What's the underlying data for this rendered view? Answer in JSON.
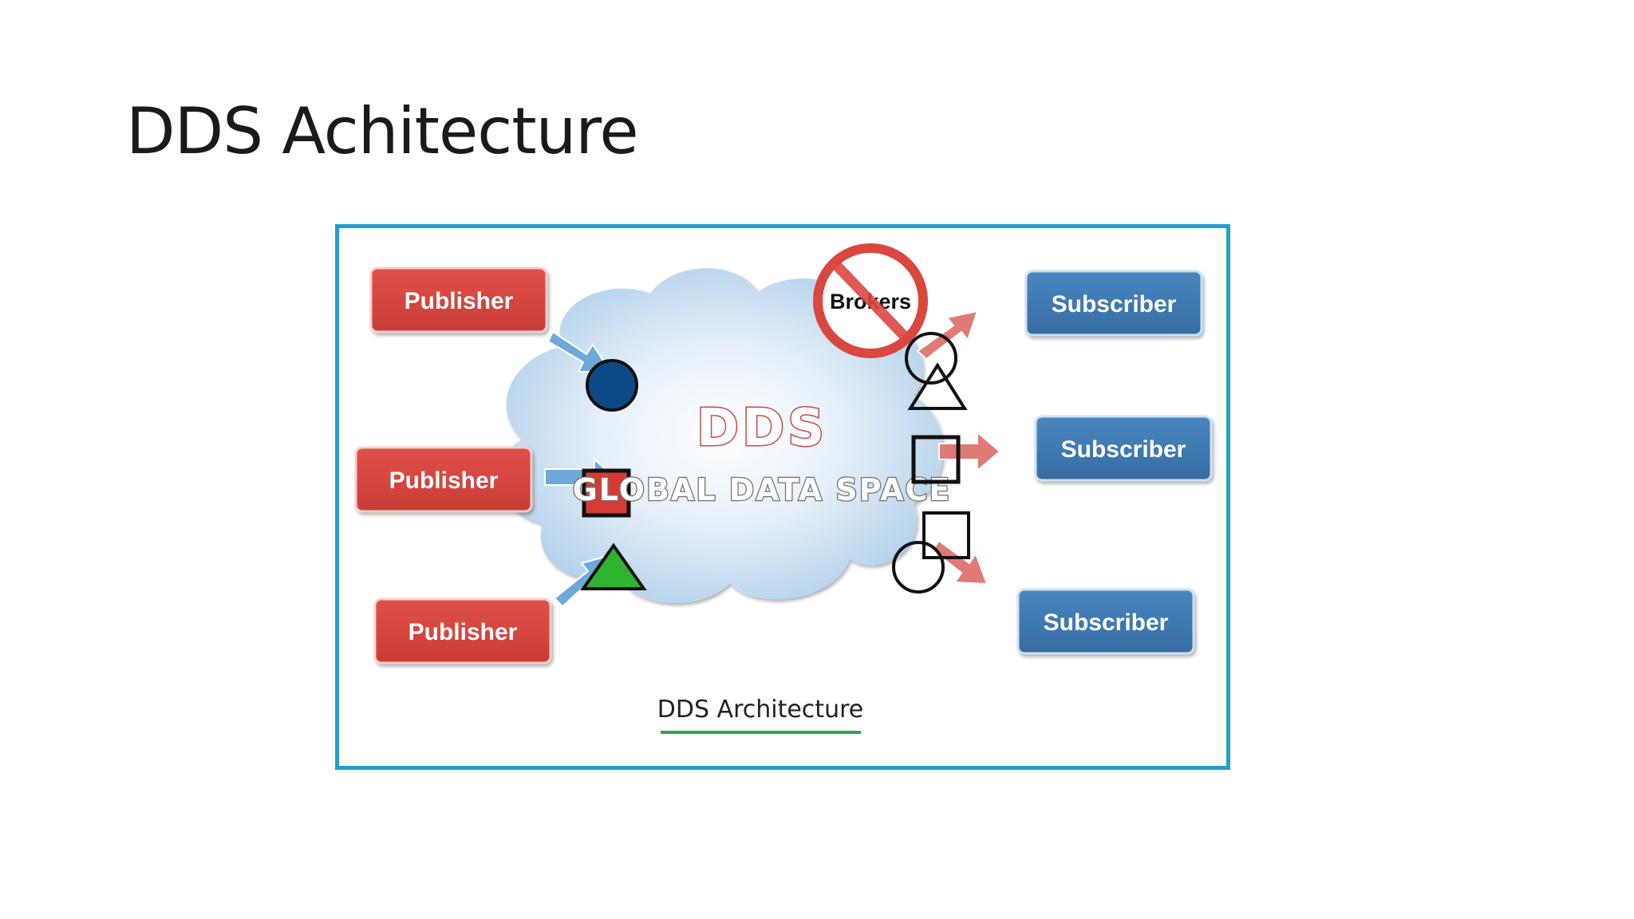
{
  "slide": {
    "title": "DDS Achitecture"
  },
  "diagram": {
    "publishers": [
      {
        "label": "Publisher"
      },
      {
        "label": "Publisher"
      },
      {
        "label": "Publisher"
      }
    ],
    "subscribers": [
      {
        "label": "Subscriber"
      },
      {
        "label": "Subscriber"
      },
      {
        "label": "Subscriber"
      }
    ],
    "brokers_label": "Brokers",
    "cloud_title": "DDS",
    "cloud_subtitle": "GLOBAL DATA SPACE",
    "caption": "DDS Architecture",
    "colors": {
      "frame": "#1fa0cd",
      "publisher": "#d9473f",
      "subscriber": "#3d78b0",
      "no_sign": "#d9473f",
      "cloud": "#b9d6ee",
      "caption_underline": "#2aa84a",
      "circle_shape": "#0b4a86",
      "square_shape": "#d63b33",
      "triangle_shape": "#2fb42f"
    }
  }
}
